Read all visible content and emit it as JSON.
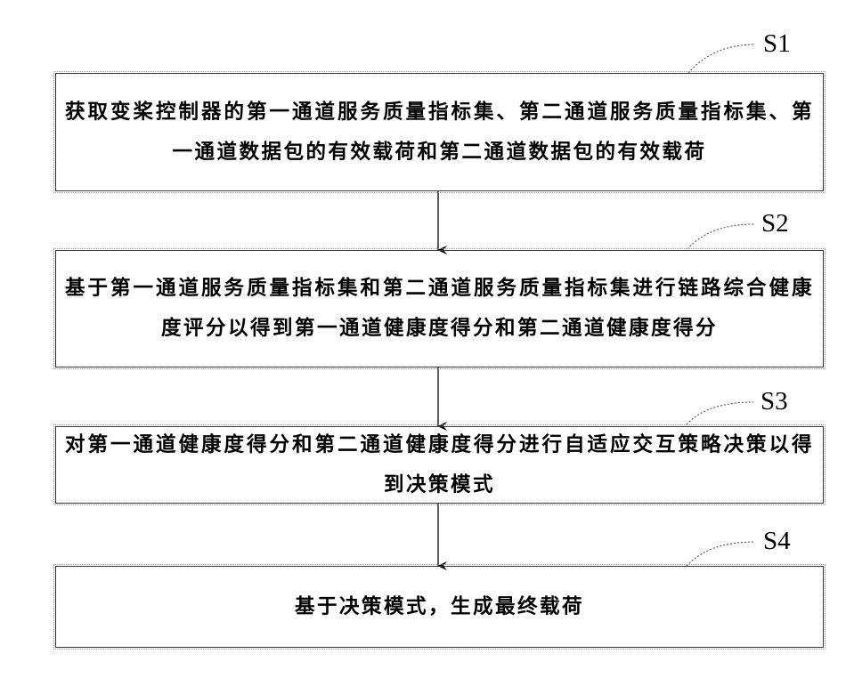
{
  "steps": [
    {
      "label": "S1",
      "text": "获取变桨控制器的第一通道服务质量指标集、第二通道服务质量指标集、第一通道数据包的有效载荷和第二通道数据包的有效载荷"
    },
    {
      "label": "S2",
      "text": "基于第一通道服务质量指标集和第二通道服务质量指标集进行链路综合健康度评分以得到第一通道健康度得分和第二通道健康度得分"
    },
    {
      "label": "S3",
      "text": "对第一通道健康度得分和第二通道健康度得分进行自适应交互策略决策以得到决策模式"
    },
    {
      "label": "S4",
      "text": "基于决策模式，生成最终载荷"
    }
  ]
}
